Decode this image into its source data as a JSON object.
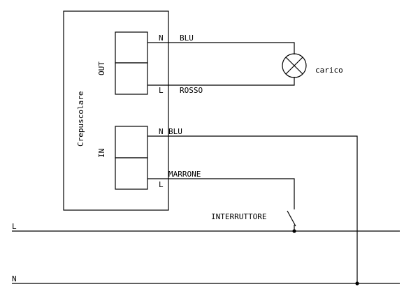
{
  "device": {
    "name": "Crepuscolare",
    "out_label": "OUT",
    "in_label": "IN"
  },
  "terminals": {
    "out_n": "N",
    "out_l": "L",
    "in_n": "N",
    "in_l": "L"
  },
  "wires": {
    "out_neutral": "BLU",
    "out_live": "ROSSO",
    "in_neutral": "BLU",
    "in_live": "MARRONE"
  },
  "load_label": "carico",
  "switch_label": "INTERRUTTORE",
  "mains": {
    "line": "L",
    "neutral": "N"
  }
}
